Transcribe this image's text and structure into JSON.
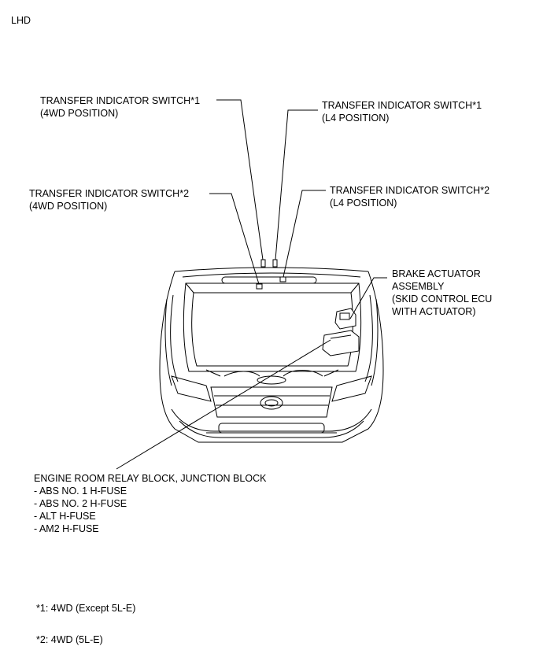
{
  "corner_label": "LHD",
  "callouts": {
    "tis1_4wd": {
      "line1": "TRANSFER INDICATOR SWITCH*1",
      "line2": "(4WD POSITION)"
    },
    "tis1_l4": {
      "line1": "TRANSFER INDICATOR SWITCH*1",
      "line2": "(L4 POSITION)"
    },
    "tis2_4wd": {
      "line1": "TRANSFER INDICATOR SWITCH*2",
      "line2": "(4WD POSITION)"
    },
    "tis2_l4": {
      "line1": "TRANSFER INDICATOR SWITCH*2",
      "line2": "(L4 POSITION)"
    },
    "brake_actuator": {
      "lines": [
        "BRAKE ACTUATOR",
        "ASSEMBLY",
        "(SKID CONTROL ECU",
        "WITH ACTUATOR)"
      ]
    },
    "relay_block": {
      "lines": [
        "ENGINE ROOM RELAY BLOCK, JUNCTION BLOCK",
        "- ABS NO. 1 H-FUSE",
        "- ABS NO. 2 H-FUSE",
        "- ALT H-FUSE",
        "- AM2 H-FUSE"
      ]
    }
  },
  "footnotes": {
    "note1": "*1: 4WD (Except 5L-E)",
    "note2": "*2: 4WD (5L-E)"
  }
}
